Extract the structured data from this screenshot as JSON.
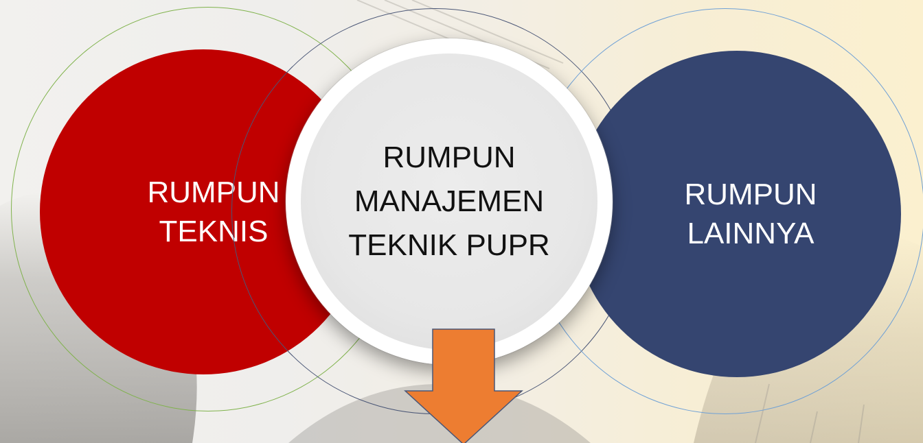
{
  "diagram": {
    "left_circle": {
      "line1": "RUMPUN",
      "line2": "TEKNIS",
      "fill": "#c00000",
      "ring_color": "#7fb24b"
    },
    "center_circle": {
      "line1": "RUMPUN",
      "line2": "MANAJEMEN",
      "line3": "TEKNIK PUPR",
      "fill": "#e8e8e8",
      "ring_color": "#4a5676"
    },
    "right_circle": {
      "line1": "RUMPUN",
      "line2": "LAINNYA",
      "fill": "#354570",
      "ring_color": "#6ea0d6"
    },
    "arrow": {
      "icon": "arrow-down-icon",
      "fill": "#ed7d31",
      "stroke": "#4a5676"
    }
  }
}
